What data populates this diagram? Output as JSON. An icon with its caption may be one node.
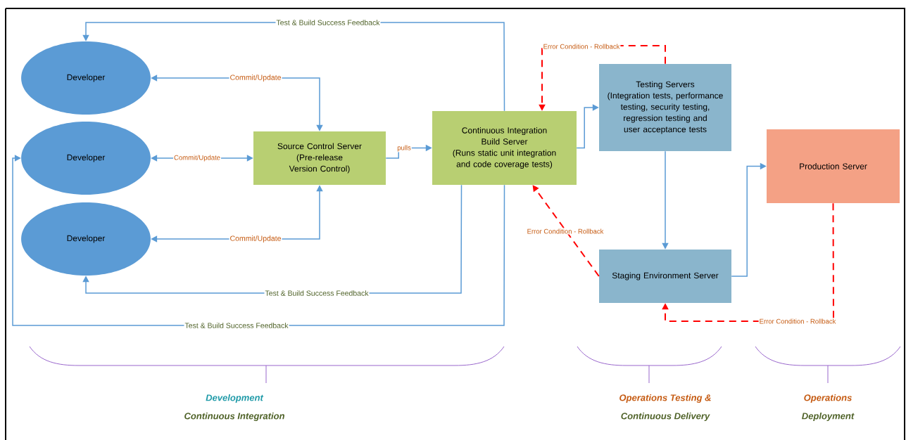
{
  "diagram": {
    "nodes": [
      {
        "text": [
          "Developer"
        ]
      },
      {
        "text": [
          "Developer"
        ]
      },
      {
        "text": [
          "Developer"
        ]
      },
      {
        "text": [
          "Source Control Server",
          "(Pre-release Version Control)"
        ]
      },
      {
        "text": [
          "Continuous Integration Build Server",
          "(Runs static unit integration and code coverage tests)"
        ]
      },
      {
        "text": [
          "Testing Servers",
          "(Integration tests, performance testing, security testing, regression testing and user acceptance tests"
        ]
      },
      {
        "text": [
          "Production Server"
        ]
      },
      {
        "text": [
          "Staging Environment Server"
        ]
      }
    ],
    "edges": [
      {
        "from": 4,
        "to": 0,
        "arrow": "to",
        "label": "Test & Build Success Feedback"
      },
      {
        "from": 4,
        "to": 1,
        "arrow": "to",
        "label": "Test & Build Success Feedback"
      },
      {
        "from": 4,
        "to": 2,
        "arrow": "to",
        "label": "Test & Build Success Feedback"
      },
      {
        "from": 0,
        "to": 3,
        "arrow": "both",
        "label": "Commit/Update"
      },
      {
        "from": 1,
        "to": 3,
        "arrow": "both",
        "label": "Commit/Update"
      },
      {
        "from": 2,
        "to": 3,
        "arrow": "both",
        "label": "Commit/Update"
      },
      {
        "from": 3,
        "to": 4,
        "arrow": "to",
        "label": "pulls"
      },
      {
        "from": 4,
        "to": 5,
        "arrow": "to"
      },
      {
        "from": 5,
        "to": 7,
        "arrow": "to"
      },
      {
        "from": 7,
        "to": 6,
        "arrow": "to"
      },
      {
        "from": 5,
        "to": 4,
        "arrow": "to",
        "label": "Error Condition - Rollback",
        "style": "dashed",
        "color": "#ff0000"
      },
      {
        "from": 7,
        "to": 4,
        "arrow": "to",
        "label": "Error Condition - Rollback",
        "style": "dashed",
        "color": "#ff0000"
      },
      {
        "from": 6,
        "to": 7,
        "arrow": "to",
        "label": "Error Condition - Rollback",
        "style": "dashed",
        "color": "#ff0000"
      }
    ],
    "labels": [
      "Development",
      "Continuous Integration",
      "Operations Testing &",
      "Continuous Delivery",
      "Operations",
      "Deployment"
    ]
  }
}
